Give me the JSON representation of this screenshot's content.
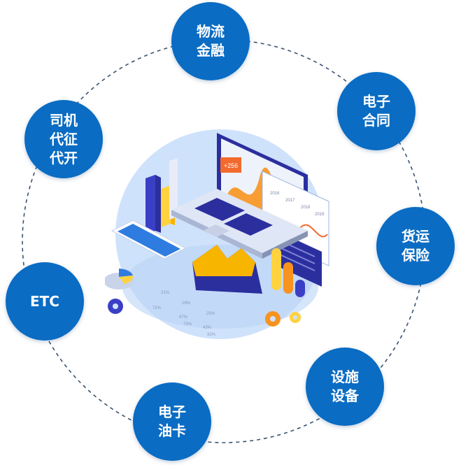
{
  "nodes": [
    {
      "id": "logistics-finance",
      "lines": [
        "物流",
        "金融"
      ]
    },
    {
      "id": "e-contract",
      "lines": [
        "电子",
        "合同"
      ]
    },
    {
      "id": "cargo-insurance",
      "lines": [
        "货运",
        "保险"
      ]
    },
    {
      "id": "equipment",
      "lines": [
        "设施",
        "设备"
      ]
    },
    {
      "id": "e-fuel-card",
      "lines": [
        "电子",
        "油卡"
      ]
    },
    {
      "id": "etc",
      "lines": [
        "ETC"
      ]
    },
    {
      "id": "driver-tax-invoice",
      "lines": [
        "司机",
        "代征",
        "代开"
      ]
    }
  ],
  "illustration": {
    "tag_value": "+256",
    "year_labels": [
      "2016",
      "2017",
      "2018",
      "2019"
    ],
    "table_labels": [
      "21%",
      "72%",
      "19%",
      "67%",
      "25%",
      "43%",
      "75%",
      "32%"
    ],
    "colors": {
      "node_blue": "#0a6cc3",
      "ring_dash": "#3a5370",
      "orange": "#f7931e",
      "navy": "#2b2f9e",
      "light_blue_disc": "#cfe2fb"
    }
  }
}
